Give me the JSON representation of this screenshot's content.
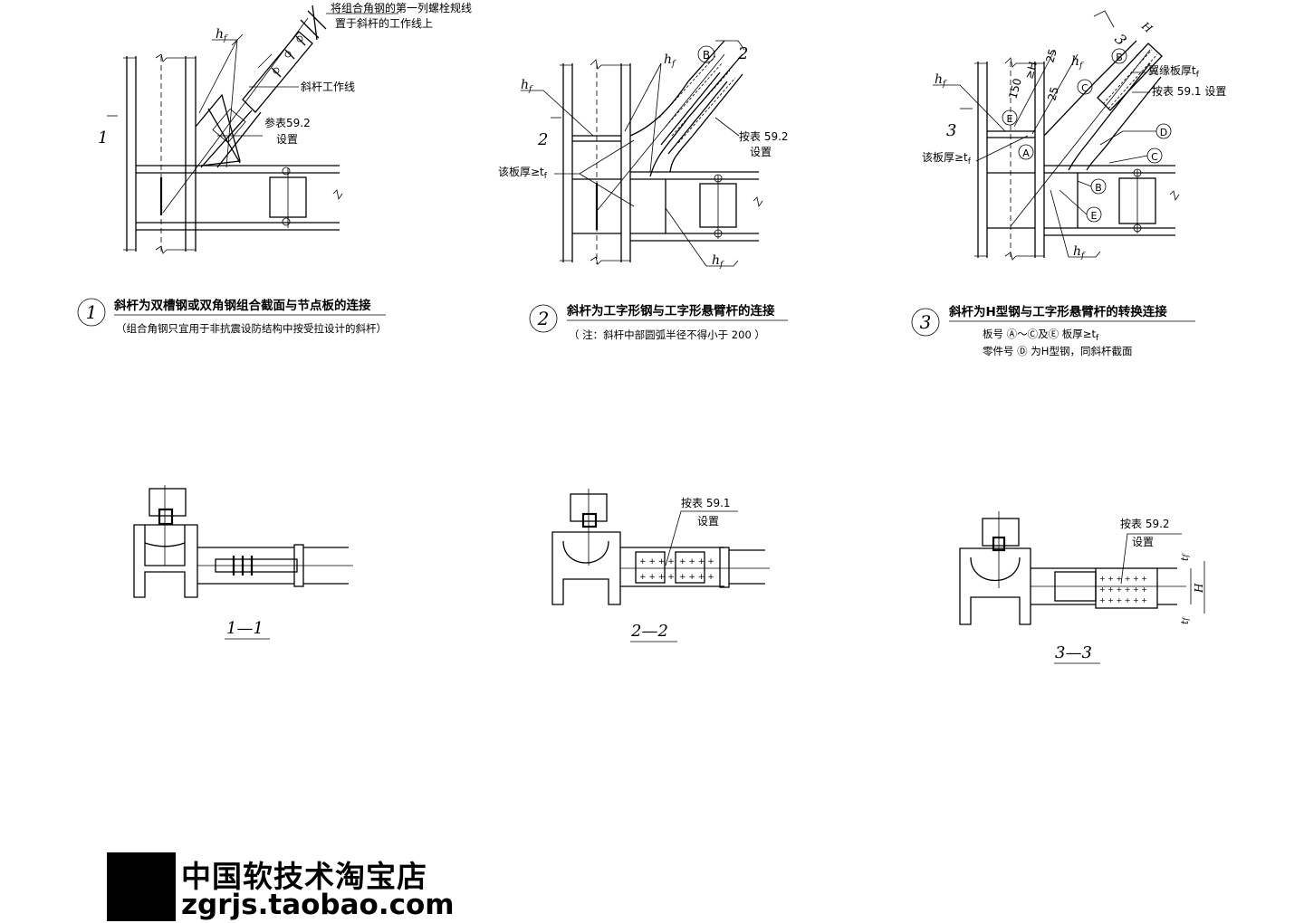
{
  "detail1": {
    "number": "1",
    "section_mark": "1",
    "note_bolt_l1": "将组合角钢的第一列螺栓规线",
    "note_bolt_l2": "置于斜杆的工作线上",
    "note_workline": "斜杆工作线",
    "note_ref_l1": "参表59.2",
    "note_ref_l2": "设置",
    "hf": "h",
    "hf_sub": "f",
    "title": "斜杆为双槽钢或双角钢组合截面与节点板的连接",
    "subtitle": "（组合角钢只宜用于非抗震设防结构中按受拉设计的斜杆）"
  },
  "detail2": {
    "number": "2",
    "section_mark": "2",
    "part_b": "B",
    "note_ref_l1": "按表 59.2",
    "note_ref_l2": "设置",
    "note_plate": "该板厚≥t",
    "note_plate_sub": "f",
    "hf": "h",
    "hf_sub": "f",
    "title": "斜杆为工字形钢与工字形悬臂杆的连接",
    "subtitle": "（ 注：斜杆中部圆弧半径不得小于 200 ）"
  },
  "detail3": {
    "number": "3",
    "section_mark": "3",
    "part_a": "A",
    "part_b": "B",
    "part_c": "C",
    "part_d": "D",
    "part_e": "E",
    "dim_150": "150",
    "dim_25a": "25",
    "dim_25b": "25",
    "dim_ge_h": "≥H",
    "dim_h": "H",
    "note_wing_l1": "翼缘板厚t",
    "note_wing_sub": "f",
    "note_ref": "按表 59.1 设置",
    "note_plate": "该板厚≥t",
    "note_plate_sub": "f",
    "hf": "h",
    "hf_sub": "f",
    "title": "斜杆为H型钢与工字形悬臂杆的转换连接",
    "subtitle_l1": "板号 Ⓐ～Ⓒ及Ⓔ 板厚≥t",
    "subtitle_l1_sub": "f",
    "subtitle_l2": "零件号 Ⓓ 为H型钢，同斜杆截面"
  },
  "section11": {
    "label": "1—1"
  },
  "section22": {
    "label": "2—2",
    "note_l1": "按表 59.1",
    "note_l2": "设置"
  },
  "section33": {
    "label": "3—3",
    "note_l1": "按表 59.2",
    "note_l2": "设置",
    "dim_tf": "t",
    "dim_tf_sub": "f",
    "dim_h": "H"
  },
  "watermark": {
    "name": "中国软技术淘宝店",
    "url": "zgrjs.taobao.com"
  }
}
